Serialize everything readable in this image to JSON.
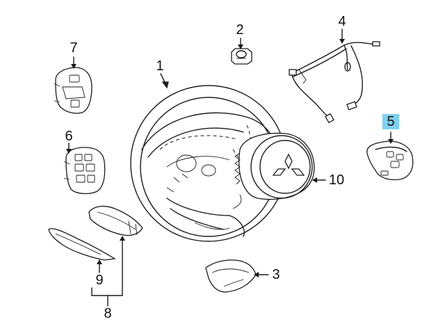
{
  "diagram": {
    "callouts": [
      {
        "id": "1",
        "label": "1",
        "highlight": false
      },
      {
        "id": "2",
        "label": "2",
        "highlight": false
      },
      {
        "id": "3",
        "label": "3",
        "highlight": false
      },
      {
        "id": "4",
        "label": "4",
        "highlight": false
      },
      {
        "id": "5",
        "label": "5",
        "highlight": true
      },
      {
        "id": "6",
        "label": "6",
        "highlight": false
      },
      {
        "id": "7",
        "label": "7",
        "highlight": false
      },
      {
        "id": "8",
        "label": "8",
        "highlight": false
      },
      {
        "id": "9",
        "label": "9",
        "highlight": false
      },
      {
        "id": "10",
        "label": "10",
        "highlight": false
      }
    ],
    "highlight_color": "#7fd0f0",
    "line_color": "#1a1a1a"
  }
}
